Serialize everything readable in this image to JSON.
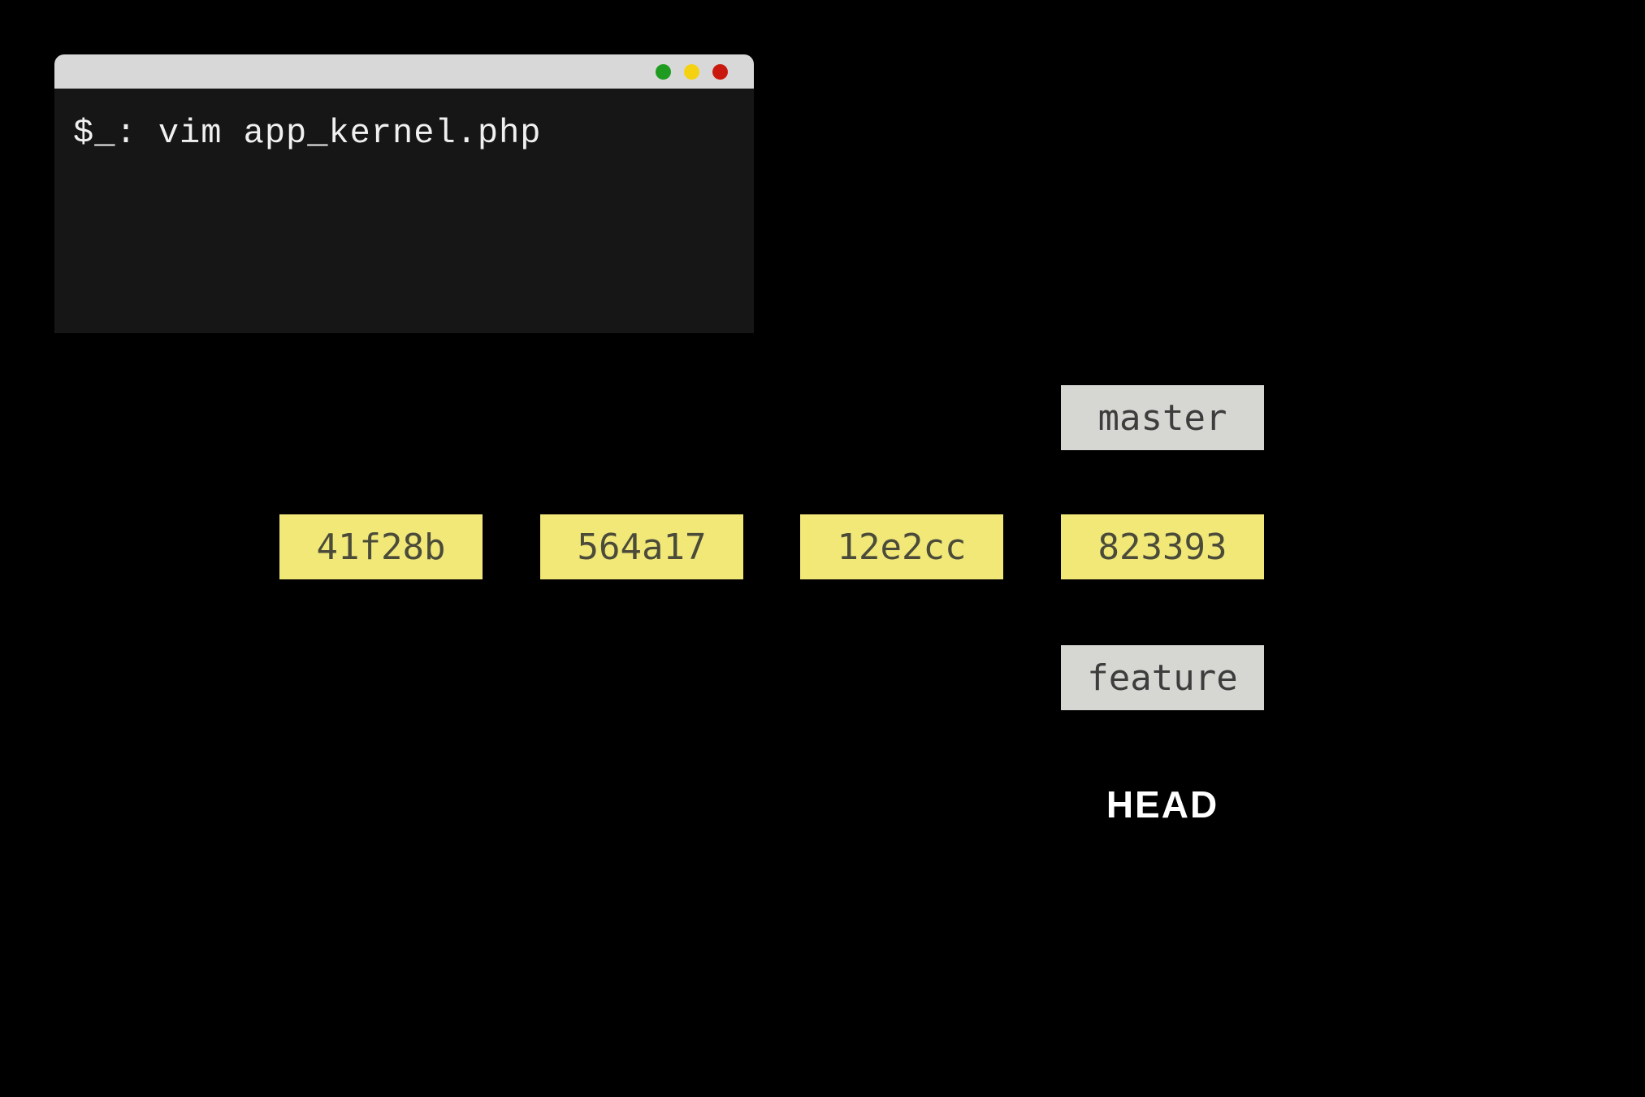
{
  "terminal": {
    "command_line": "$_: vim app_kernel.php",
    "titlebar_buttons": [
      {
        "icon": "green-dot-icon",
        "color": "#1f9b1f"
      },
      {
        "icon": "yellow-dot-icon",
        "color": "#f5d211"
      },
      {
        "icon": "red-dot-icon",
        "color": "#c9190e"
      }
    ]
  },
  "git_graph": {
    "commits": [
      "41f28b",
      "564a17",
      "12e2cc",
      "823393"
    ],
    "branches": [
      {
        "label": "master",
        "attached_to": "823393",
        "position": "above"
      },
      {
        "label": "feature",
        "attached_to": "823393",
        "position": "below"
      }
    ],
    "head_label": "HEAD",
    "head_points_to": "feature"
  },
  "colors": {
    "background": "#000000",
    "terminal_titlebar": "#d8d8d8",
    "terminal_body": "#161616",
    "terminal_text": "#f0f0f0",
    "commit_box": "#f1e878",
    "commit_text": "#4b4b3a",
    "branch_box": "#d6d6d2",
    "branch_text": "#3d3d3d",
    "head_text": "#ffffff"
  }
}
